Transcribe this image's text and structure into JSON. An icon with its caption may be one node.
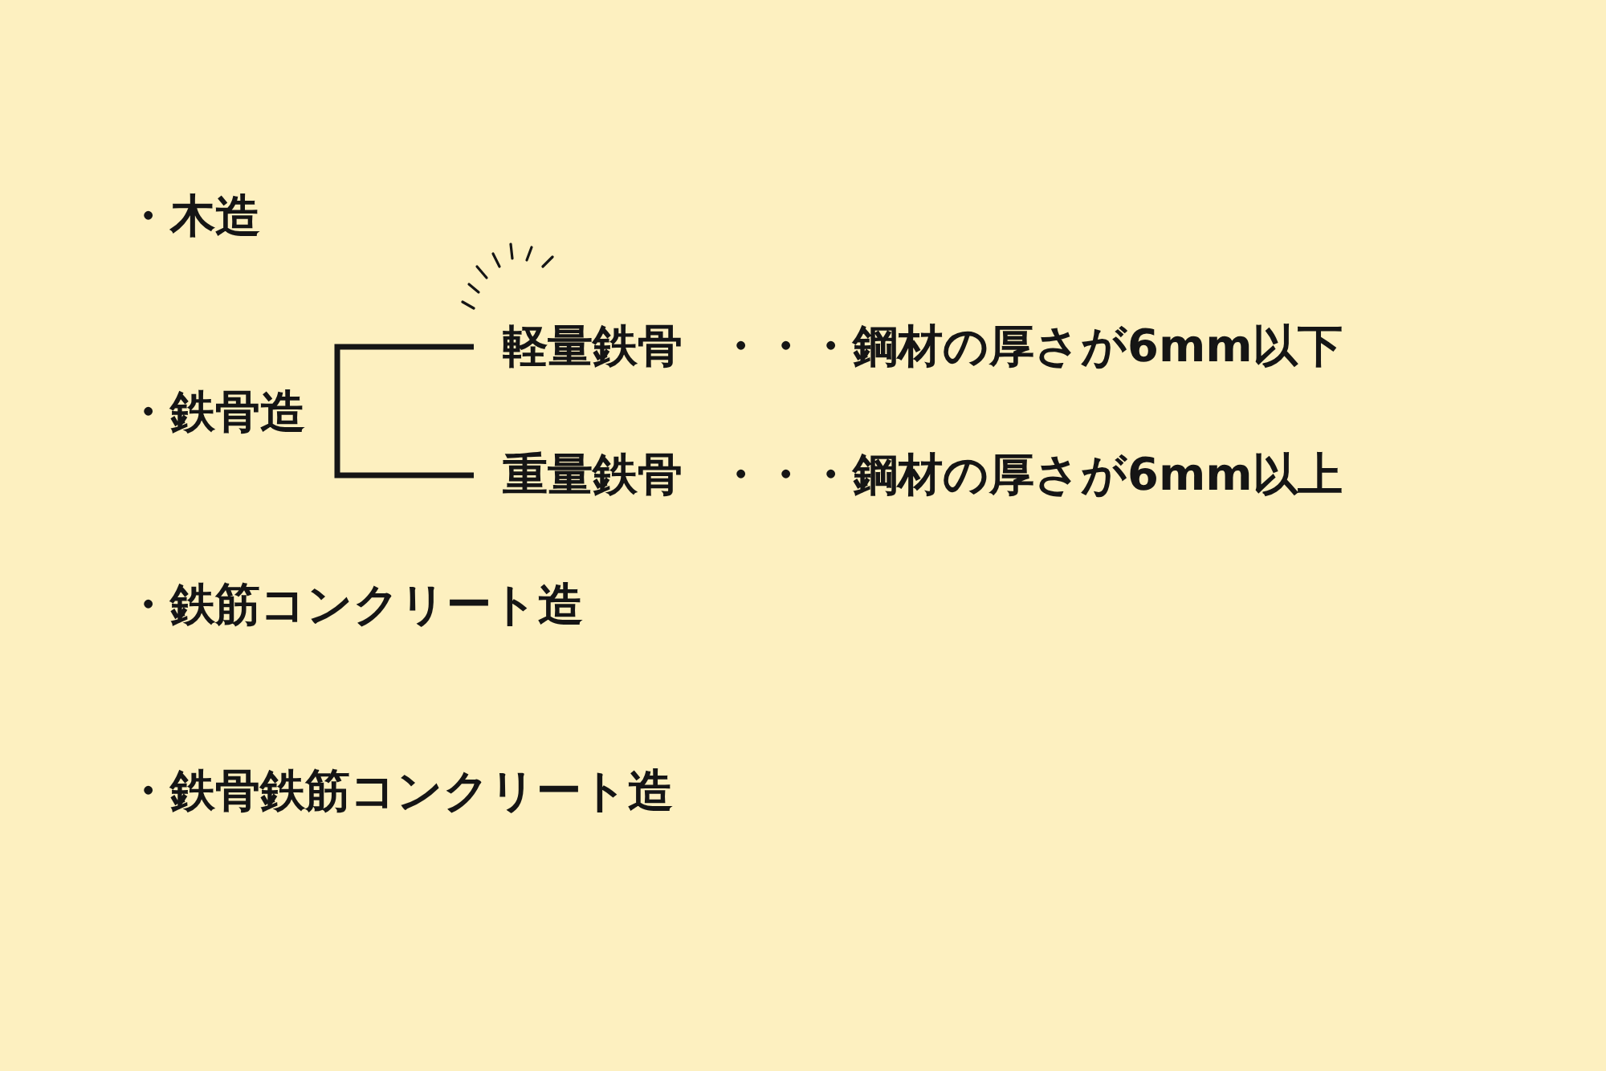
{
  "diagram": {
    "nodes": [
      {
        "text": [
          "・鉄骨造"
        ]
      },
      {
        "text": [
          "軽量鉄骨"
        ],
        "beside": [
          "・・・鋼材の厚さが6mm以下"
        ]
      },
      {
        "text": [
          "重量鉄骨"
        ],
        "beside": [
          "・・・鋼材の厚さが6mm以上"
        ]
      }
    ],
    "edges": [
      {
        "from": 0,
        "to": 1,
        "arrow": "none"
      },
      {
        "from": 0,
        "to": 2,
        "arrow": "none"
      }
    ],
    "labels": [
      "・木造",
      "・鉄筋コンクリート造",
      "・鉄骨鉄筋コンクリート造"
    ]
  }
}
